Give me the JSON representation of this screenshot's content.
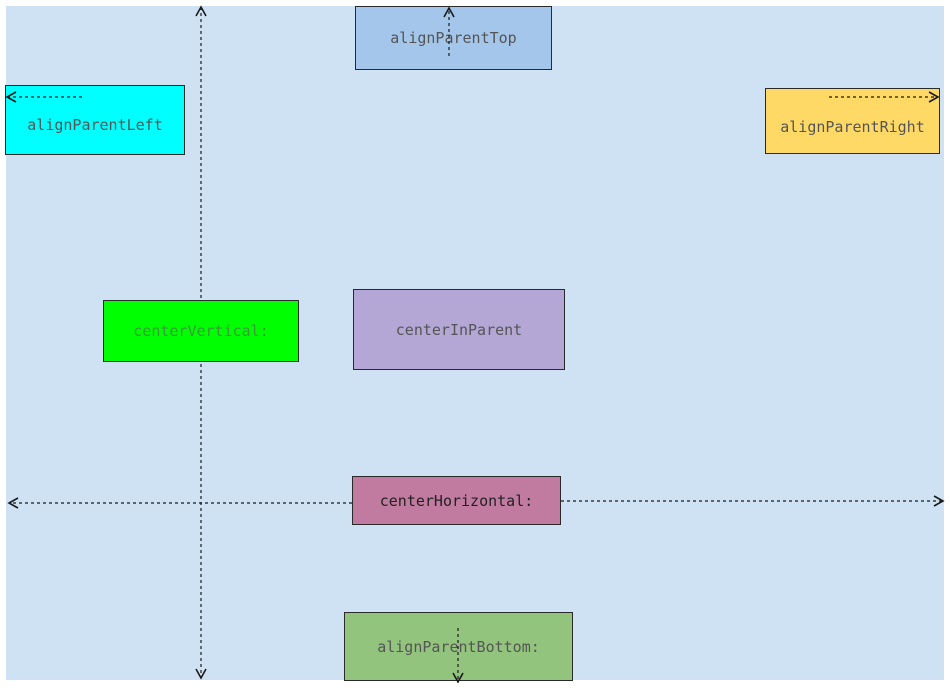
{
  "diagram": {
    "background_color": "#cfe2f3",
    "boxes": {
      "align_parent_top": {
        "label": "alignParentTop",
        "color": "#a4c6ea"
      },
      "align_parent_left": {
        "label": "alignParentLeft",
        "color": "#00ffff"
      },
      "align_parent_right": {
        "label": "alignParentRight",
        "color": "#ffd966"
      },
      "center_vertical": {
        "label": "centerVertical:",
        "color": "#00ff00"
      },
      "center_in_parent": {
        "label": "centerInParent",
        "color": "#b4a7d6"
      },
      "center_horizontal": {
        "label": "centerHorizontal:",
        "color": "#c27ba0"
      },
      "align_parent_bottom": {
        "label": "alignParentBottom:",
        "color": "#93c47d"
      }
    },
    "arrow_color": "#1a1a1a"
  }
}
